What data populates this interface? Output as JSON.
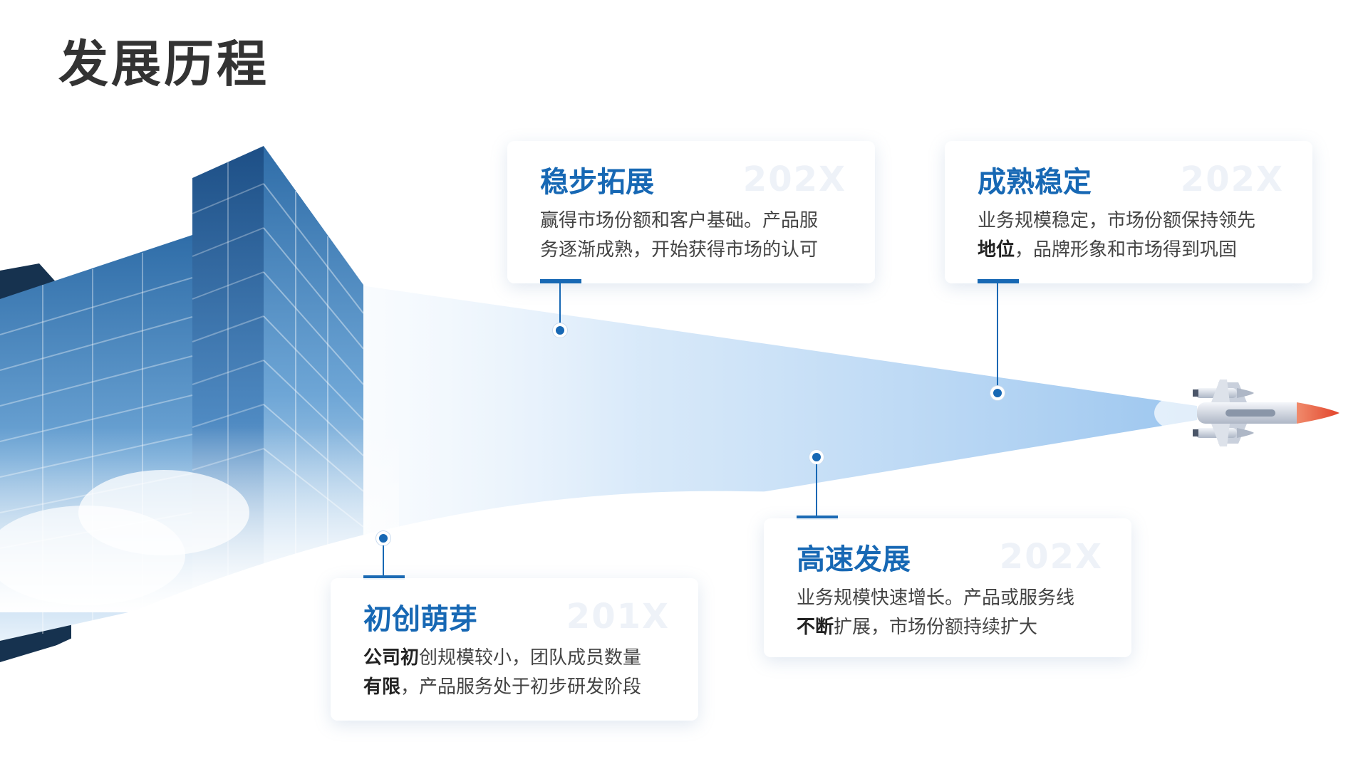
{
  "page": {
    "title": "发展历程"
  },
  "colors": {
    "accent": "#1768b4",
    "title_text": "#333333",
    "body_text": "#444444",
    "beam": "#9cc6ef",
    "rocket_nose": "#e9573f"
  },
  "milestones": [
    {
      "title": "初创萌芽",
      "year": "201X",
      "desc_bold": "公司初",
      "desc": "创规模较小，团队成员数量",
      "desc2_bold": "有限",
      "desc2": "，产品服务处于初步研发阶段"
    },
    {
      "title": "稳步拓展",
      "year": "202X",
      "desc_bold": "",
      "desc": "赢得市场份额和客户基础。产品服",
      "desc2_bold": "",
      "desc2": "务逐渐成熟，开始获得市场的认可"
    },
    {
      "title": "高速发展",
      "year": "202X",
      "desc_bold": "",
      "desc": "业务规模快速增长。产品或服务线",
      "desc2_bold": "不断",
      "desc2": "扩展，市场份额持续扩大"
    },
    {
      "title": "成熟稳定",
      "year": "202X",
      "desc_bold": "",
      "desc": "业务规模稳定，市场份额保持领先",
      "desc2_bold": "地位",
      "desc2": "，品牌形象和市场得到巩固"
    }
  ],
  "icons": {
    "building": "building-illustration",
    "rocket": "rocket-icon"
  }
}
